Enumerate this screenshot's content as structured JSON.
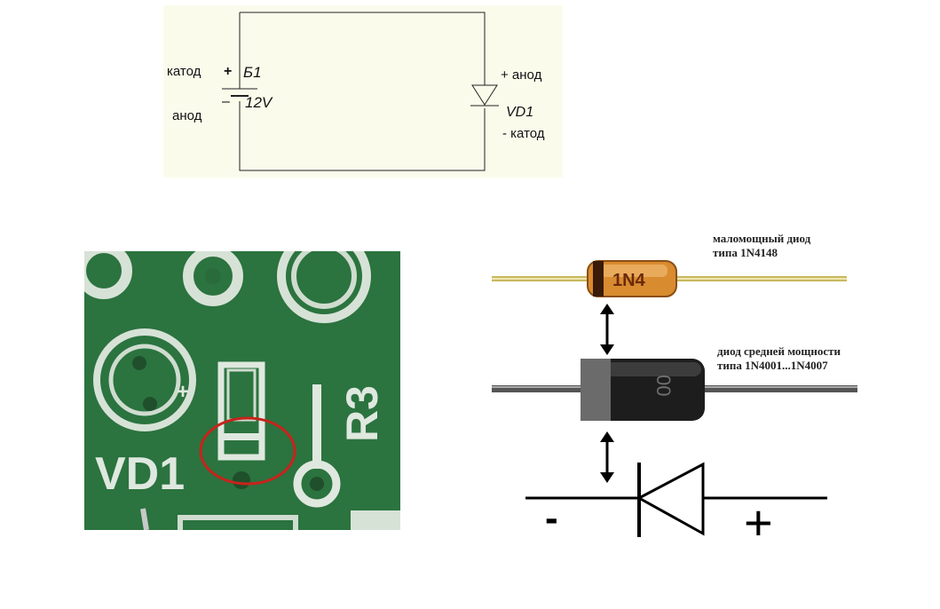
{
  "schematic": {
    "left_top_label": "катод",
    "left_bottom_label": "анод",
    "battery_plus": "+",
    "battery_minus": "–",
    "battery_name": "Б1",
    "battery_voltage": "12V",
    "diode_top_label": "+ анод",
    "diode_name": "VD1",
    "diode_bottom_label": "- катод"
  },
  "pcb": {
    "silk_vd": "VD1",
    "silk_r": "R3",
    "silk_plus": "+"
  },
  "diodes": {
    "small": {
      "label_line1": "маломощный диод",
      "label_line2": "типа 1N4148",
      "marking": "1N4"
    },
    "medium": {
      "label_line1": "диод средней мощности",
      "label_line2": "типа 1N4001...1N4007",
      "marking": "00"
    },
    "symbol": {
      "minus": "-",
      "plus": "+"
    }
  },
  "colors": {
    "schematic_bg": "#fbfbec",
    "pcb_green": "#2f7a43",
    "silk_white": "#dfe8df",
    "highlight_red": "#c8231c",
    "glass_orange": "#d98b2f",
    "band_black": "#1d1d1d"
  }
}
